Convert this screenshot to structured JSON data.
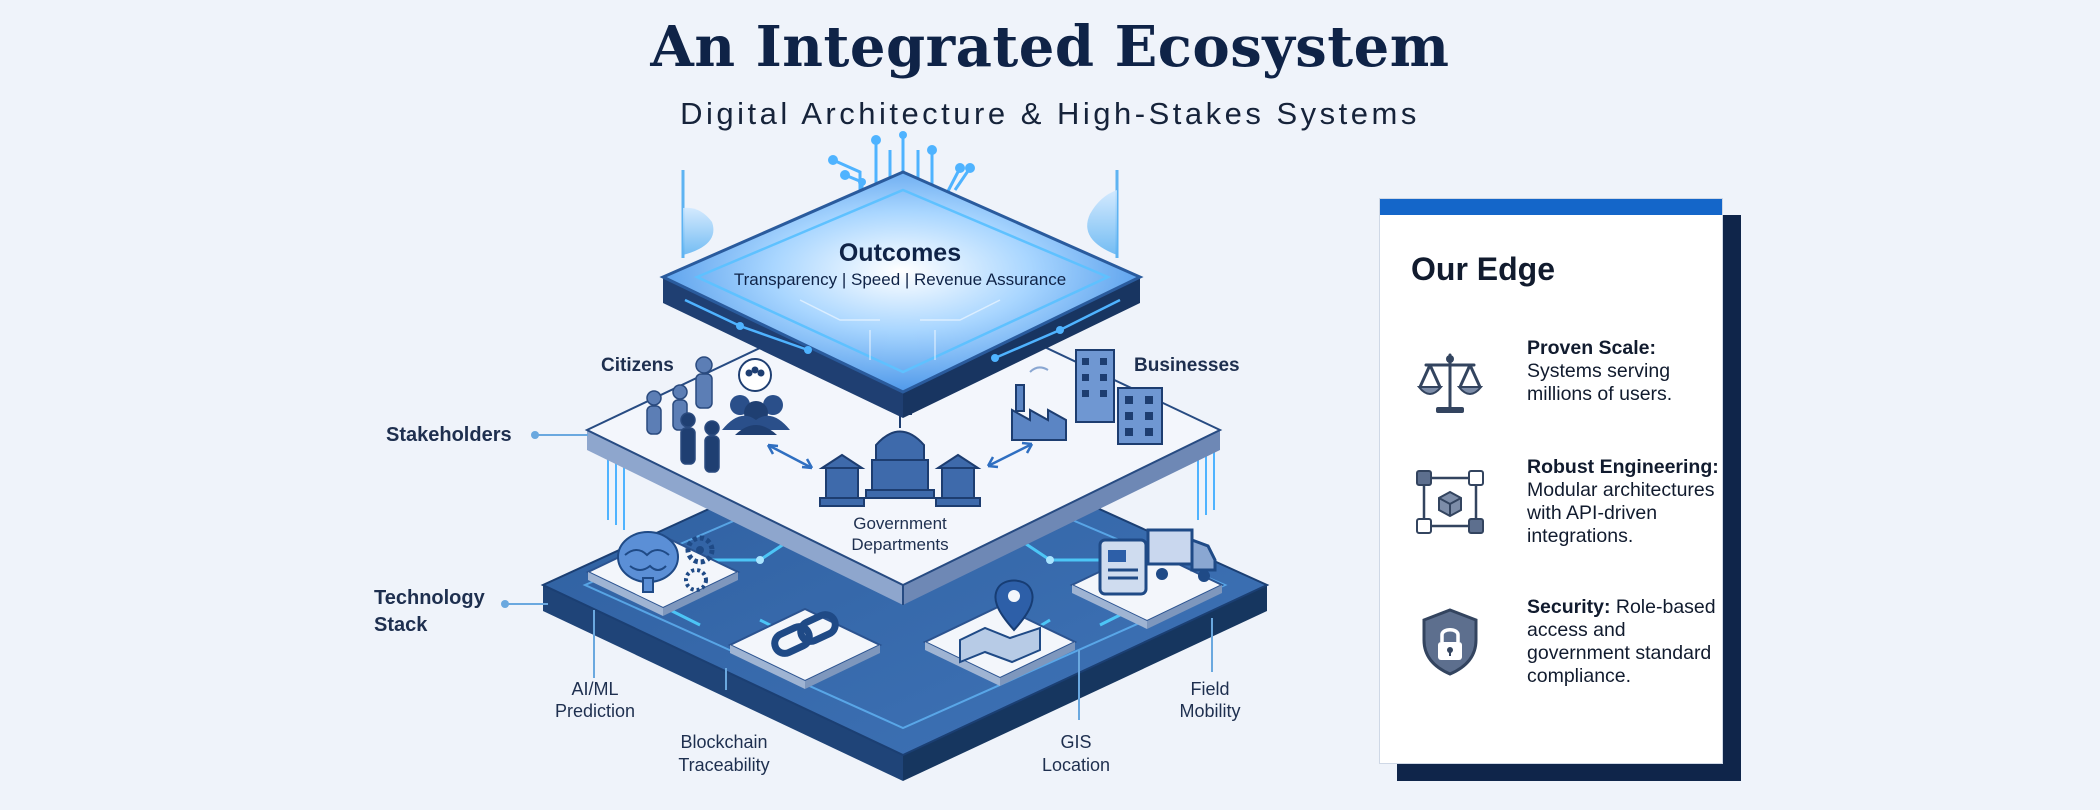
{
  "header": {
    "title": "An Integrated Ecosystem",
    "subtitle": "Digital Architecture & High-Stakes Systems"
  },
  "diagram": {
    "outcomes": {
      "title": "Outcomes",
      "subtitle": "Transparency | Speed | Revenue Assurance"
    },
    "layers": {
      "stakeholders": "Stakeholders",
      "technology_line1": "Technology",
      "technology_line2": "Stack"
    },
    "groups": {
      "citizens": "Citizens",
      "businesses": "Businesses",
      "government_line1": "Government",
      "government_line2": "Departments"
    },
    "tech": [
      {
        "line1": "AI/ML",
        "line2": "Prediction"
      },
      {
        "line1": "Blockchain",
        "line2": "Traceability"
      },
      {
        "line1": "GIS",
        "line2": "Location"
      },
      {
        "line1": "Field",
        "line2": "Mobility"
      }
    ]
  },
  "edge": {
    "title": "Our Edge",
    "items": [
      {
        "icon": "scales-icon",
        "heading": "Proven Scale:",
        "body": "Systems serving millions of users."
      },
      {
        "icon": "modules-icon",
        "heading": "Robust Engineering:",
        "body": "Modular architectures with API-driven integrations."
      },
      {
        "icon": "shield-lock-icon",
        "heading": "Security:",
        "body": "Role-based access and government standard compliance."
      }
    ]
  },
  "colors": {
    "navy": "#0f2347",
    "accent_blue": "#1466c9",
    "glow_blue": "#4fb3ff",
    "platform_dark": "#3d6aa8",
    "platform_light": "#f1f5fc"
  }
}
